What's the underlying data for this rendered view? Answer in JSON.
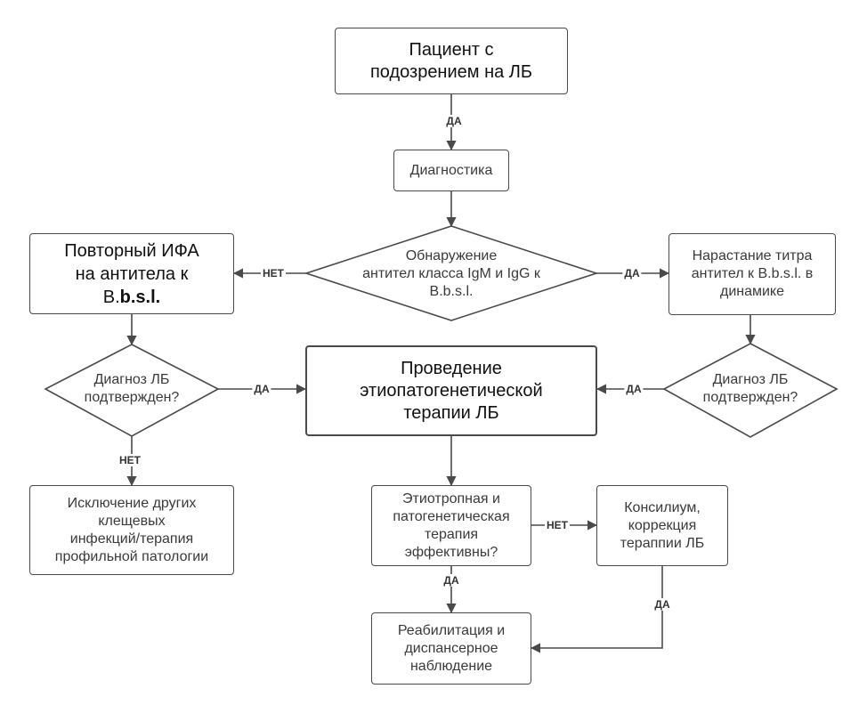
{
  "nodes": {
    "patient": "Пациент с\nподозрением на ЛБ",
    "diagnostics": "Диагностика",
    "detection": "Обнаружение\nантител класса IgM и IgG к\nB.b.s.l.",
    "repeat_ifa_line1": "Повторный ИФА",
    "repeat_ifa_line2": "на антитела к",
    "repeat_ifa_line3_prefix": "B.",
    "repeat_ifa_line3_bold": "b.s.l.",
    "titer_rise": "Нарастание титра\nантител к B.b.s.l. в\nдинамике",
    "diag_confirmed_left_1": "Диагноз ЛБ",
    "diag_confirmed_left_2": "подтвержден?",
    "diag_confirmed_right_1": "Диагноз ЛБ",
    "diag_confirmed_right_2": "подтвержден?",
    "therapy": "Проведение\nэтиопатогенетической\nтерапии ЛБ",
    "exclusion": "Исключение других\nклещевых\nинфекций/терапия\nпрофильной патологии",
    "effective": "Этиотропная и\nпатогенетическая\nтерапия\nэффективны?",
    "consilium": "Консилиум,\nкоррекция\nтераппии ЛБ",
    "rehab": "Реабилитация и\nдиспансерное\nнаблюдение"
  },
  "edge_labels": {
    "patient_to_diag": "ДА",
    "detection_no": "НЕТ",
    "detection_yes": "ДА",
    "left_diag_yes": "ДА",
    "left_diag_no": "НЕТ",
    "right_diag_yes": "ДА",
    "effective_no": "НЕТ",
    "effective_yes": "ДА",
    "consilium_yes": "ДА"
  },
  "colors": {
    "stroke": "#4a4a4a",
    "text": "#3a3a3a"
  }
}
